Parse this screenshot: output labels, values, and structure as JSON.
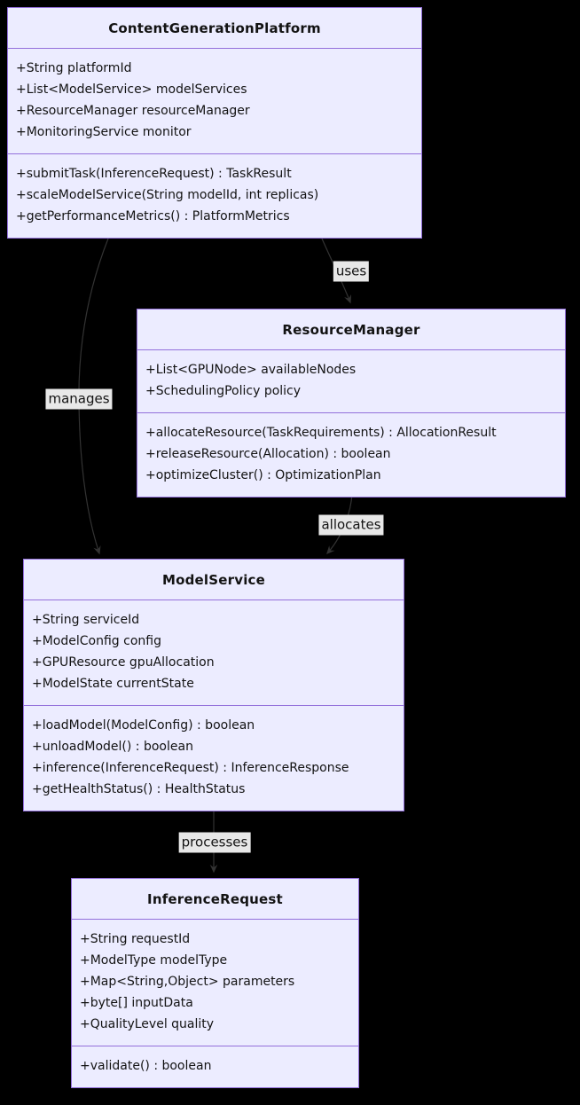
{
  "diagram": {
    "type": "uml-class-diagram",
    "background_color": "#000000",
    "colors": {
      "class_fill": "#ECECFF",
      "class_border": "#9370DB",
      "text": "#131313",
      "edge_line": "#333333",
      "edge_label_bg": "#e8e8e8"
    },
    "classes": [
      {
        "title": "ContentGenerationPlatform",
        "attributes": [
          "+String platformId",
          "+List<ModelService> modelServices",
          "+ResourceManager resourceManager",
          "+MonitoringService monitor"
        ],
        "methods": [
          "+submitTask(InferenceRequest) : TaskResult",
          "+scaleModelService(String modelId, int replicas)",
          "+getPerformanceMetrics() : PlatformMetrics"
        ]
      },
      {
        "title": "ResourceManager",
        "attributes": [
          "+List<GPUNode> availableNodes",
          "+SchedulingPolicy policy"
        ],
        "methods": [
          "+allocateResource(TaskRequirements) : AllocationResult",
          "+releaseResource(Allocation) : boolean",
          "+optimizeCluster() : OptimizationPlan"
        ]
      },
      {
        "title": "ModelService",
        "attributes": [
          "+String serviceId",
          "+ModelConfig config",
          "+GPUResource gpuAllocation",
          "+ModelState currentState"
        ],
        "methods": [
          "+loadModel(ModelConfig) : boolean",
          "+unloadModel() : boolean",
          "+inference(InferenceRequest) : InferenceResponse",
          "+getHealthStatus() : HealthStatus"
        ]
      },
      {
        "title": "InferenceRequest",
        "attributes": [
          "+String requestId",
          "+ModelType modelType",
          "+Map<String,Object> parameters",
          "+byte[] inputData",
          "+QualityLevel quality"
        ],
        "methods": [
          "+validate() : boolean"
        ]
      }
    ],
    "edges": [
      {
        "label": "uses",
        "from": "ContentGenerationPlatform",
        "to": "ResourceManager"
      },
      {
        "label": "manages",
        "from": "ContentGenerationPlatform",
        "to": "ModelService"
      },
      {
        "label": "allocates",
        "from": "ResourceManager",
        "to": "ModelService"
      },
      {
        "label": "processes",
        "from": "ModelService",
        "to": "InferenceRequest"
      }
    ]
  }
}
